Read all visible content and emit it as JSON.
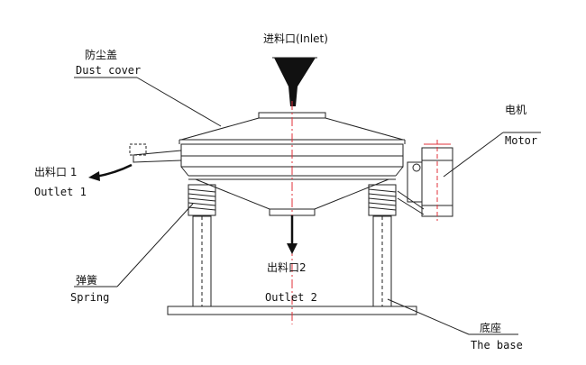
{
  "labels": {
    "inlet": "进料口(Inlet)",
    "dust_cover_cn": "防尘盖",
    "dust_cover_en": "Dust cover",
    "motor_cn": "电机",
    "motor_en": "Motor",
    "outlet1_cn": "出料口 1",
    "outlet1_en": "Outlet 1",
    "outlet2_cn": "出料口2",
    "outlet2_en": "Outlet 2",
    "spring_cn": "弹簧",
    "spring_en": "Spring",
    "base_cn": "底座",
    "base_en": "The base"
  },
  "colors": {
    "line": "#222222",
    "centerline": "#e0303a",
    "motor_accent": "#e0303a"
  }
}
